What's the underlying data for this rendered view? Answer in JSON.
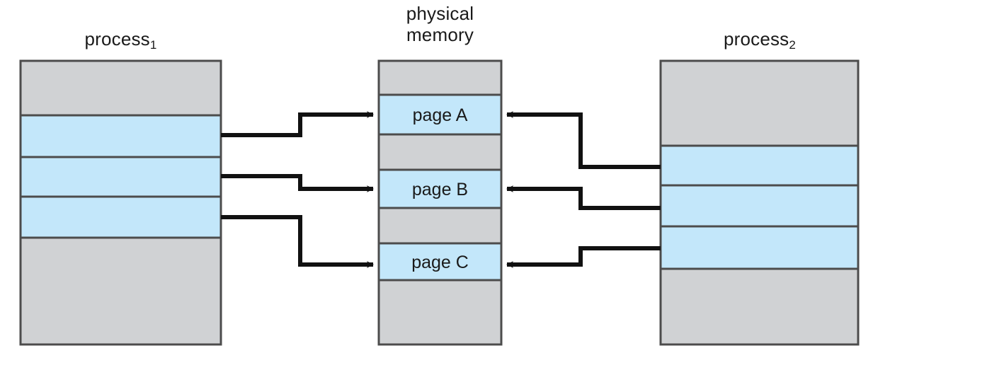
{
  "diagram": {
    "title": "shared pages / physical memory mapping",
    "colors": {
      "shared_page_fill": "#c3e7fa",
      "unshared_fill": "#d0d2d4",
      "border": "#4c4c4c",
      "arrow": "#111111",
      "background": "#ffffff",
      "text": "#1a1a1a"
    }
  },
  "columns": {
    "left": {
      "title_text": "process",
      "title_subscript": "1",
      "segments": [
        {
          "name": "top-private",
          "type": "private",
          "label": ""
        },
        {
          "name": "shared-a",
          "type": "shared",
          "label": ""
        },
        {
          "name": "shared-b",
          "type": "shared",
          "label": ""
        },
        {
          "name": "shared-c",
          "type": "shared",
          "label": ""
        },
        {
          "name": "bottom-private",
          "type": "private",
          "label": ""
        }
      ]
    },
    "center": {
      "title_text": "physical\nmemory",
      "segments": [
        {
          "name": "free-0",
          "type": "private",
          "label": ""
        },
        {
          "name": "page-a",
          "type": "shared",
          "label": "page A"
        },
        {
          "name": "free-1",
          "type": "private",
          "label": ""
        },
        {
          "name": "page-b",
          "type": "shared",
          "label": "page B"
        },
        {
          "name": "free-2",
          "type": "private",
          "label": ""
        },
        {
          "name": "page-c",
          "type": "shared",
          "label": "page C"
        },
        {
          "name": "free-3",
          "type": "private",
          "label": ""
        }
      ]
    },
    "right": {
      "title_text": "process",
      "title_subscript": "2",
      "segments": [
        {
          "name": "top-private",
          "type": "private",
          "label": ""
        },
        {
          "name": "shared-a",
          "type": "shared",
          "label": ""
        },
        {
          "name": "shared-b",
          "type": "shared",
          "label": ""
        },
        {
          "name": "shared-c",
          "type": "shared",
          "label": ""
        },
        {
          "name": "bottom-private",
          "type": "private",
          "label": ""
        }
      ]
    }
  },
  "connectors": [
    {
      "name": "p1-to-page-a",
      "from": "process1.shared-a",
      "to": "physical.page-a",
      "direction": "right"
    },
    {
      "name": "p1-to-page-b",
      "from": "process1.shared-b",
      "to": "physical.page-b",
      "direction": "right"
    },
    {
      "name": "p1-to-page-c",
      "from": "process1.shared-c",
      "to": "physical.page-c",
      "direction": "right"
    },
    {
      "name": "p2-to-page-a",
      "from": "process2.shared-a",
      "to": "physical.page-a",
      "direction": "left"
    },
    {
      "name": "p2-to-page-b",
      "from": "process2.shared-b",
      "to": "physical.page-b",
      "direction": "left"
    },
    {
      "name": "p2-to-page-c",
      "from": "process2.shared-c",
      "to": "physical.page-c",
      "direction": "left"
    }
  ],
  "page_labels": {
    "a": "page A",
    "b": "page B",
    "c": "page C"
  }
}
